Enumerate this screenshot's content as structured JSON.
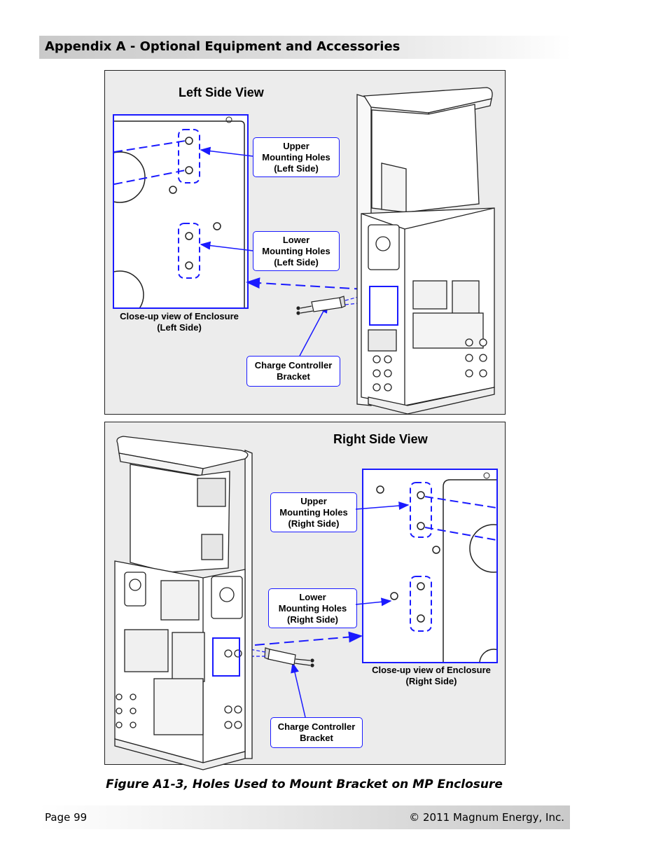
{
  "header": {
    "section_title": "Appendix A - Optional Equipment and Accessories"
  },
  "left_panel": {
    "view_title": "Left Side View",
    "callout_upper": [
      "Upper",
      "Mounting Holes",
      "(Left Side)"
    ],
    "callout_lower": [
      "Lower",
      "Mounting Holes",
      "(Left Side)"
    ],
    "callout_bracket": [
      "Charge Controller",
      "Bracket"
    ],
    "closeup_caption": [
      "Close-up view of  Enclosure",
      "(Left Side)"
    ]
  },
  "right_panel": {
    "view_title": "Right Side View",
    "callout_upper": [
      "Upper",
      "Mounting Holes",
      "(Right Side)"
    ],
    "callout_lower": [
      "Lower",
      "Mounting Holes",
      "(Right Side)"
    ],
    "callout_bracket": [
      "Charge Controller",
      "Bracket"
    ],
    "closeup_caption": [
      "Close-up view of  Enclosure",
      "(Right Side)"
    ]
  },
  "figure_caption": "Figure A1-3, Holes Used to Mount Bracket on MP Enclosure",
  "footer": {
    "page": "Page 99",
    "copyright": "© 2011 Magnum Energy, Inc."
  },
  "colors": {
    "callout_blue": "#1a1aff",
    "panel_bg": "#ececec"
  }
}
